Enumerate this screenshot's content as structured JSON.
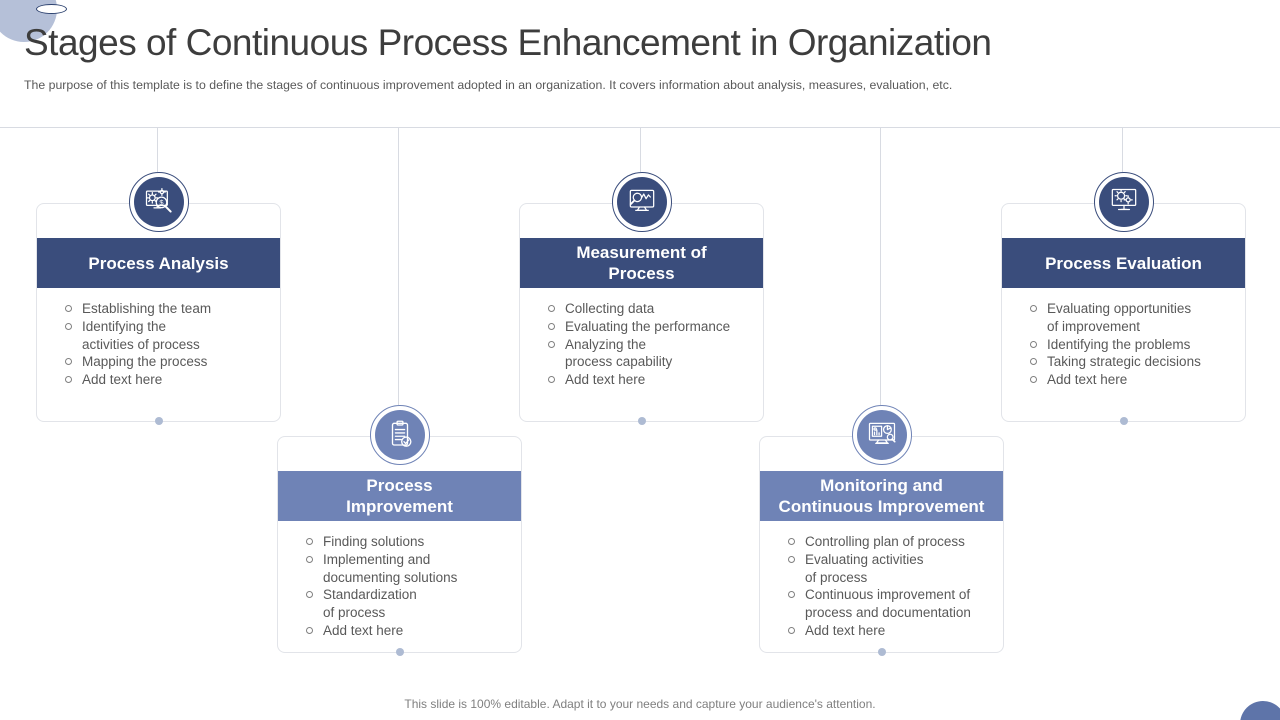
{
  "slide": {
    "title": "Stages of Continuous Process Enhancement in Organization",
    "subtitle": "The purpose of this template is to define the stages of continuous improvement adopted in an organization. It covers information about analysis, measures, evaluation, etc.",
    "footer": "This slide is 100% editable. Adapt it to your needs and capture your audience's attention."
  },
  "colors": {
    "accent_dark": "#3a4d7c",
    "accent_light": "#6f83b6",
    "connector": "#d8dbe2",
    "dot": "#aebbd3",
    "card_border": "#e2e4e9",
    "text_dark": "#3d3d3d",
    "text_gray": "#595959",
    "footer_gray": "#7f7f7f",
    "decor_top": "#b5c0d8",
    "decor_bottom": "#5e74a9"
  },
  "cards": [
    {
      "id": "process-analysis",
      "theme": "dark",
      "icon": "monitor-gear-dollar-magnifier-icon",
      "title_lines": [
        "Process Analysis"
      ],
      "bullets": [
        [
          "Establishing the team"
        ],
        [
          "Identifying the",
          "activities of process"
        ],
        [
          "Mapping the process"
        ],
        [
          "Add text here"
        ]
      ]
    },
    {
      "id": "measurement-of-process",
      "theme": "dark",
      "icon": "monitor-magnifier-waveform-icon",
      "title_lines": [
        "Measurement of",
        "Process"
      ],
      "bullets": [
        [
          "Collecting data"
        ],
        [
          "Evaluating the performance"
        ],
        [
          "Analyzing the",
          "process capability"
        ],
        [
          "Add text here"
        ]
      ]
    },
    {
      "id": "process-evaluation",
      "theme": "dark",
      "icon": "monitor-gears-icon",
      "title_lines": [
        "Process Evaluation"
      ],
      "bullets": [
        [
          "Evaluating opportunities",
          "of improvement"
        ],
        [
          "Identifying the problems"
        ],
        [
          "Taking strategic decisions"
        ],
        [
          "Add text here"
        ]
      ]
    },
    {
      "id": "process-improvement",
      "theme": "light",
      "icon": "clipboard-checkmark-icon",
      "title_lines": [
        "Process",
        "Improvement"
      ],
      "bullets": [
        [
          "Finding solutions"
        ],
        [
          "Implementing and",
          "documenting solutions"
        ],
        [
          "Standardization",
          "of process"
        ],
        [
          "Add text here"
        ]
      ]
    },
    {
      "id": "monitoring-and-continuous-improvement",
      "theme": "light",
      "icon": "monitor-charts-magnifier-icon",
      "title_lines": [
        "Monitoring and",
        "Continuous Improvement"
      ],
      "bullets": [
        [
          "Controlling plan of process"
        ],
        [
          "Evaluating activities",
          "of process"
        ],
        [
          "Continuous improvement of",
          "process and documentation"
        ],
        [
          "Add text here"
        ]
      ]
    }
  ]
}
